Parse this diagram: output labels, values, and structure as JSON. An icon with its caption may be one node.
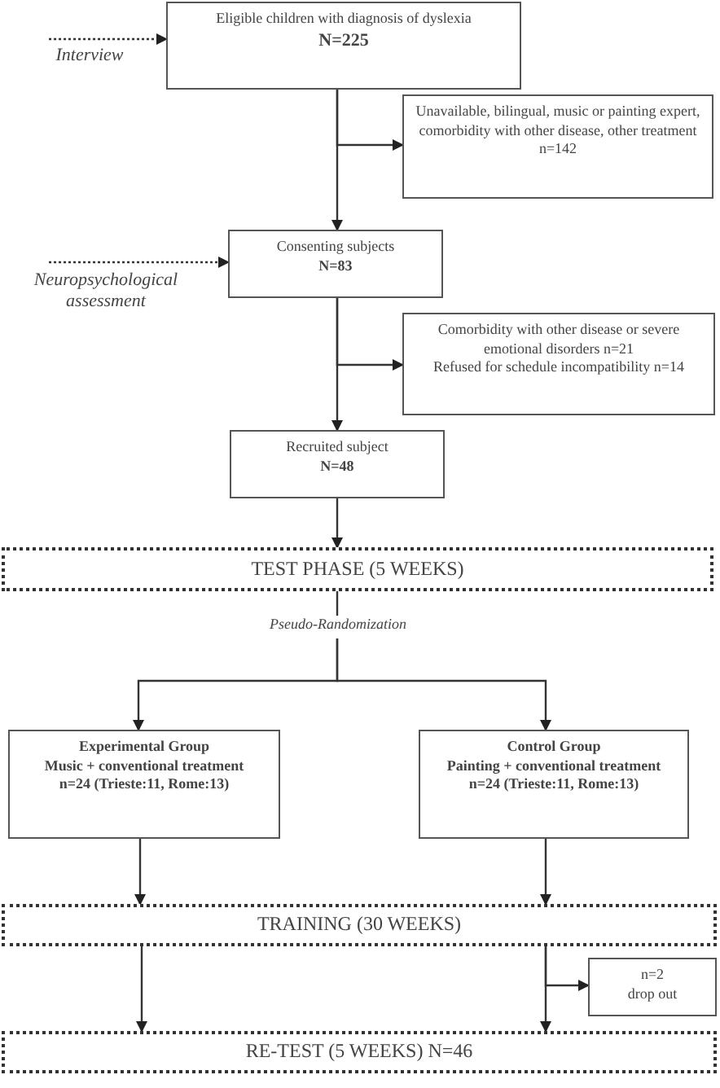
{
  "diagram": {
    "nodes": [
      {
        "text": [
          "Eligible children with diagnosis of dyslexia",
          "N=225"
        ]
      },
      {
        "text": [
          "Unavailable, bilingual, music or painting expert, comorbidity with other disease, other treatment",
          "n=142"
        ]
      },
      {
        "text": [
          "Consenting subjects",
          "N=83"
        ]
      },
      {
        "text": [
          "Comorbidity with other disease or severe emotional disorders n=21",
          "Refused for schedule incompatibility n=14"
        ]
      },
      {
        "text": [
          "Recruited subject",
          "N=48"
        ]
      },
      {
        "text": [
          "TEST PHASE (5 WEEKS)"
        ]
      },
      {
        "text": [
          "Pseudo-Randomization"
        ]
      },
      {
        "text": [
          "Experimental Group",
          "Music + conventional treatment",
          "n=24 (Trieste:11, Rome:13)"
        ]
      },
      {
        "text": [
          "Control Group",
          "Painting + conventional treatment",
          "n=24 (Trieste:11, Rome:13)"
        ]
      },
      {
        "text": [
          "TRAINING (30 WEEKS)"
        ]
      },
      {
        "text": [
          "n=2",
          "drop out"
        ]
      },
      {
        "text": [
          "RE-TEST (5 WEEKS) N=46"
        ]
      }
    ],
    "edges": [
      {
        "from": 0,
        "to": 2,
        "arrow": "to"
      },
      {
        "from": 0,
        "to": 1,
        "arrow": "to"
      },
      {
        "from": 2,
        "to": 4,
        "arrow": "to"
      },
      {
        "from": 2,
        "to": 3,
        "arrow": "to"
      },
      {
        "from": 4,
        "to": 5,
        "arrow": "to"
      },
      {
        "from": 5,
        "to": 6,
        "arrow": "none"
      },
      {
        "from": 6,
        "to": 7,
        "arrow": "to"
      },
      {
        "from": 6,
        "to": 8,
        "arrow": "to"
      },
      {
        "from": 7,
        "to": 9,
        "arrow": "to"
      },
      {
        "from": 8,
        "to": 9,
        "arrow": "to"
      },
      {
        "from": 9,
        "to": 11,
        "arrow": "to"
      },
      {
        "from": 9,
        "to": 11,
        "arrow": "to"
      },
      {
        "from": 9,
        "to": 10,
        "arrow": "to"
      },
      {
        "from": null,
        "to": 0,
        "arrow": "to",
        "style": "dashed",
        "label": "Interview"
      },
      {
        "from": null,
        "to": 2,
        "arrow": "to",
        "style": "dashed",
        "label": "Neuropsychological assessment"
      }
    ]
  }
}
